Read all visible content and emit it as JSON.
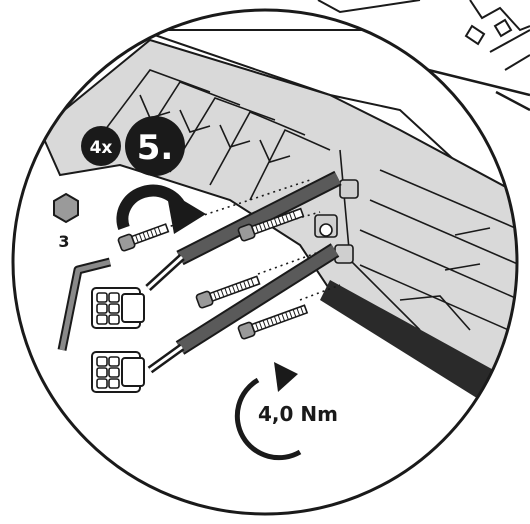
{
  "step": {
    "quantity_badge": "4x",
    "number_badge": "5."
  },
  "tool": {
    "hex_size_label": "3",
    "icon": "hex-key-icon"
  },
  "torque": {
    "value_label": "4,0 Nm",
    "icon": "clockwise-arrow-icon"
  },
  "colors": {
    "ink": "#1a1a1a",
    "panel_gray": "#d9d9d9",
    "cable_gray": "#5a5a5a",
    "hex_fill": "#9a9a9a"
  }
}
